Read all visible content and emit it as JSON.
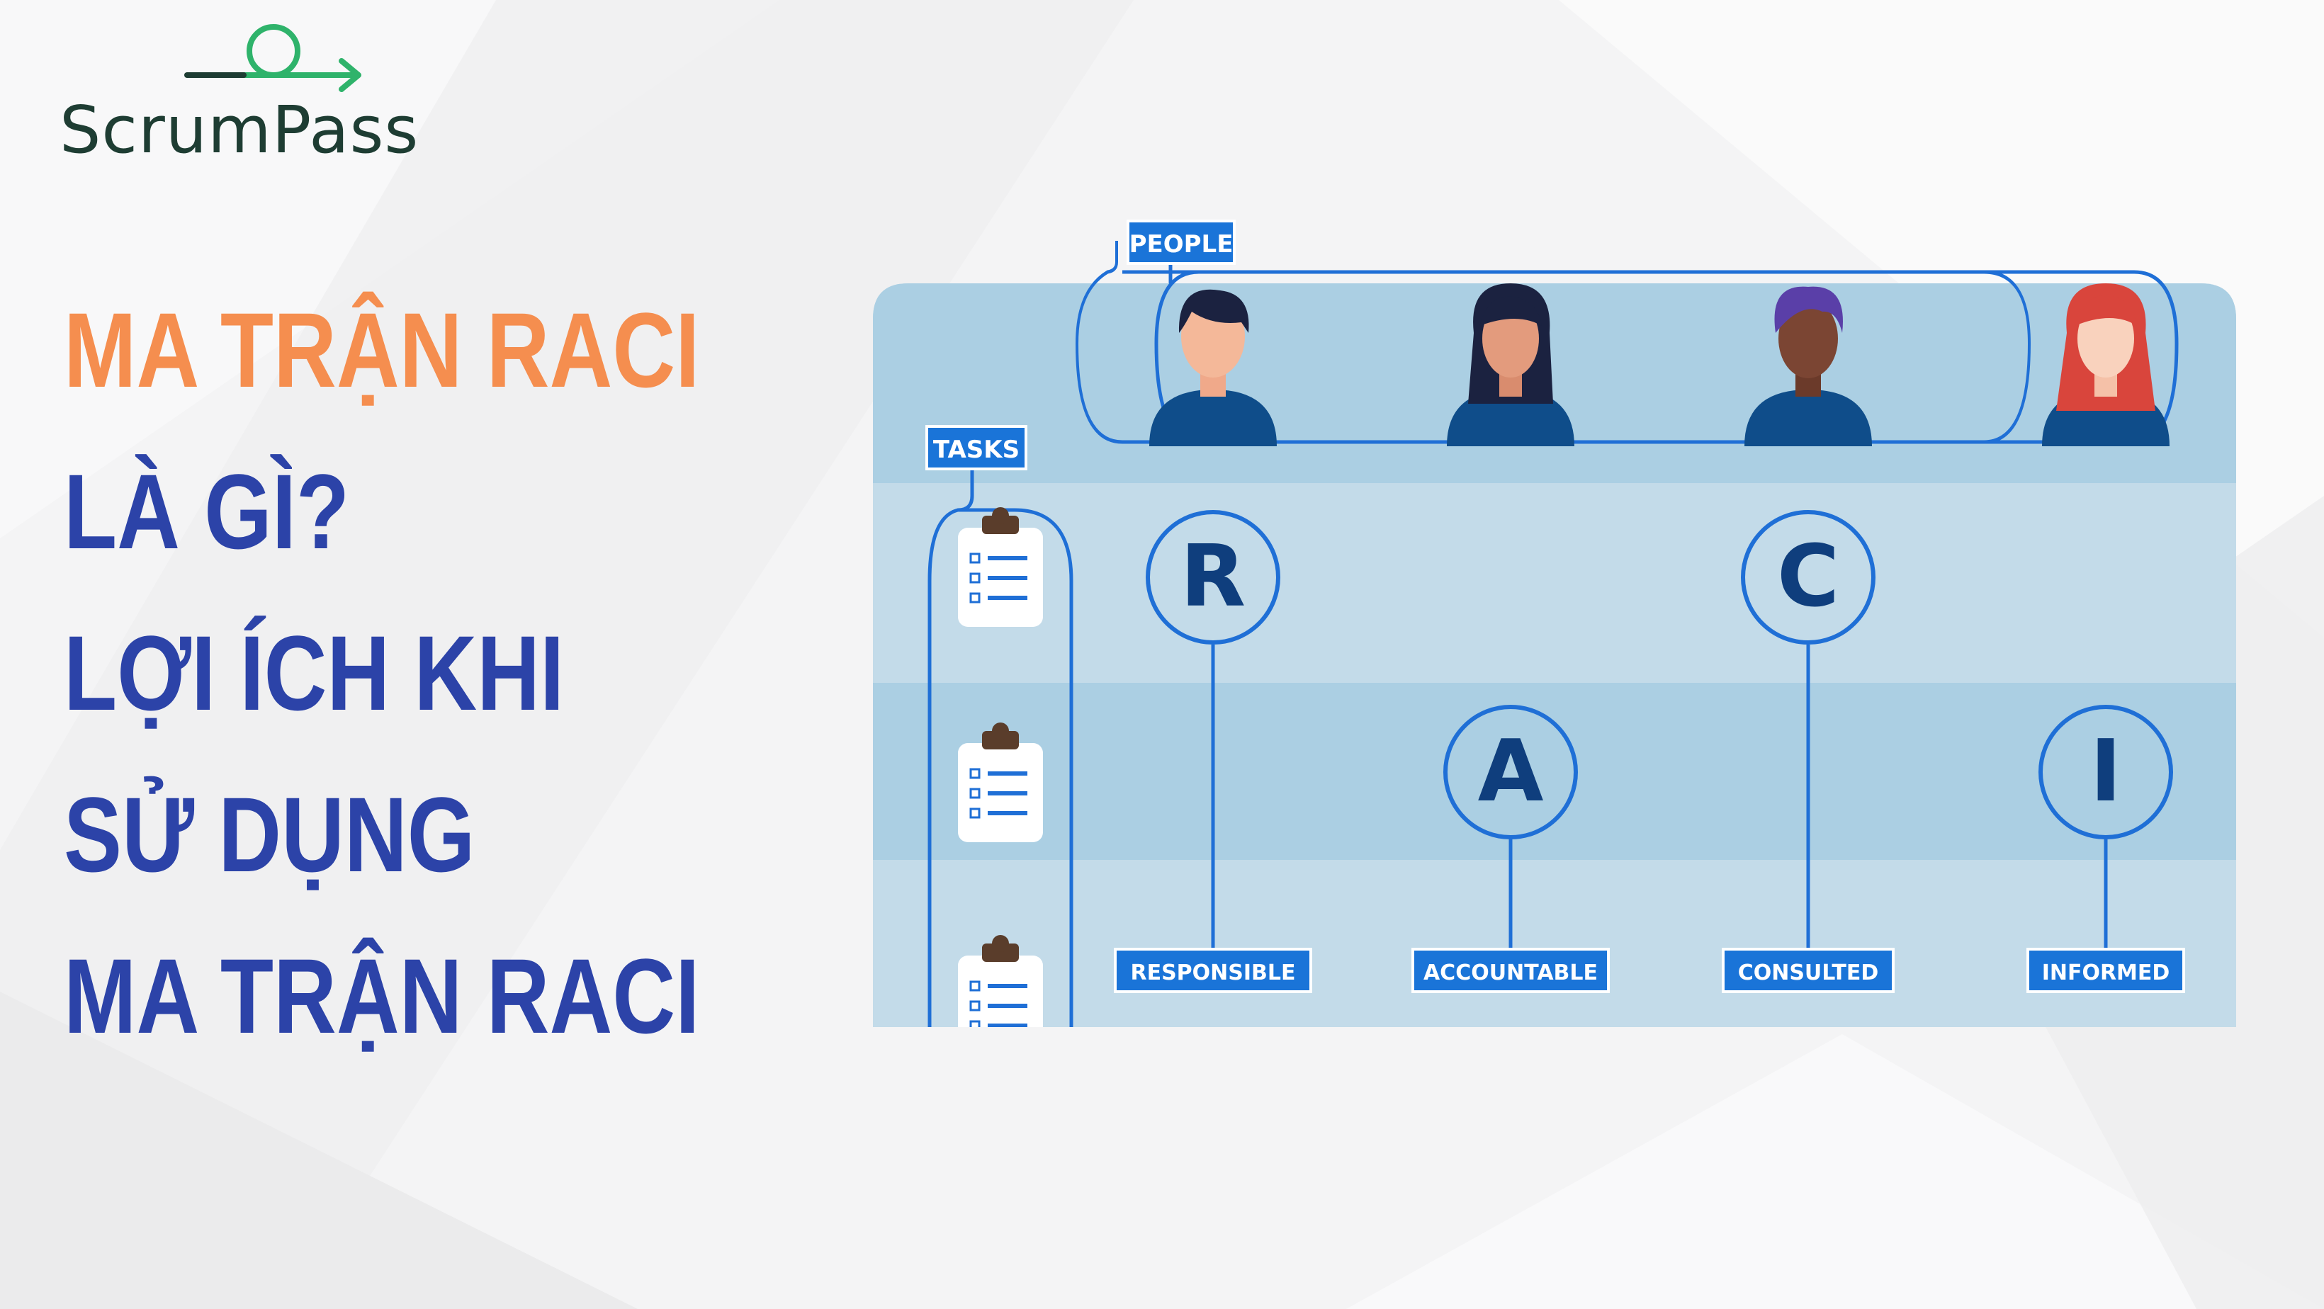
{
  "brand": {
    "name": "ScrumPass",
    "color_text": "#1e3d33",
    "color_mark": "#2fb36b"
  },
  "headline": {
    "line1": "MA TRẬN RACI",
    "line2": "LÀ GÌ?",
    "line3": "LỢI ÍCH KHI",
    "line4": "SỬ DỤNG",
    "line5": "MA TRẬN RACI",
    "accent_color": "#f58e4f",
    "main_color": "#2c43a8"
  },
  "diagram": {
    "people_label": "PEOPLE",
    "tasks_label": "TASKS",
    "letters": {
      "r": "R",
      "a": "A",
      "c": "C",
      "i": "I"
    },
    "roles": {
      "responsible": "RESPONSIBLE",
      "accountable": "ACCOUNTABLE",
      "consulted": "CONSULTED",
      "informed": "INFORMED"
    },
    "colors": {
      "panel_light": "#c3dbe9",
      "panel_dark": "#abcfe3",
      "outline": "#1f6fd6",
      "label_bg": "#1a74d8",
      "letter": "#0f3e7d",
      "shirt": "#0f4d8a"
    },
    "icons": [
      "person-icon",
      "clipboard-icon"
    ]
  }
}
